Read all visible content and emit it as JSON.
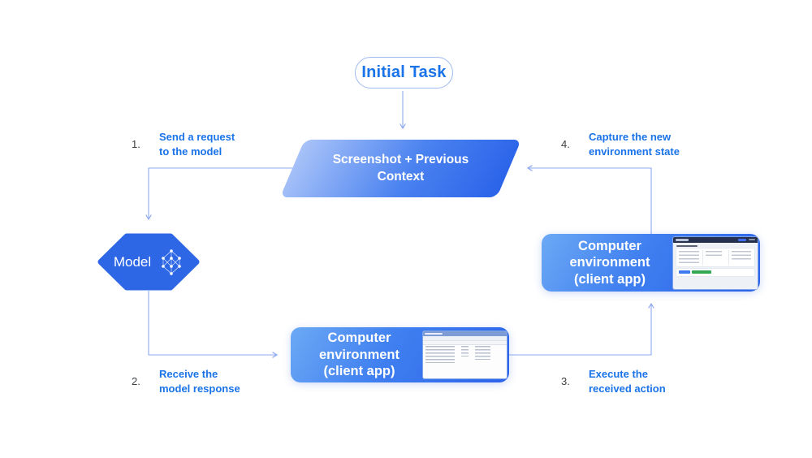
{
  "colors": {
    "accent-blue": "#1a73e8",
    "line-blue": "#8ca8ef",
    "shape-light": "#a9c3f8",
    "shape-dark": "#2b63ea",
    "box-light": "#6ca9f5",
    "hex-blue": "#2d67e6",
    "number-gray": "#3c4043"
  },
  "nodes": {
    "initial_task": {
      "label": "Initial Task"
    },
    "screenshot_context": {
      "label": "Screenshot + Previous\nContext"
    },
    "model": {
      "label": "Model",
      "icon": "neural-network-icon"
    },
    "env_bottom": {
      "label": "Computer environment\n(client app)",
      "icon": "file-manager-thumbnail"
    },
    "env_right": {
      "label": "Computer environment\n(client app)",
      "icon": "web-app-thumbnail"
    }
  },
  "steps": [
    {
      "number": "1.",
      "label": "Send a request\nto the model"
    },
    {
      "number": "2.",
      "label": "Receive the\nmodel response"
    },
    {
      "number": "3.",
      "label": "Execute the\nreceived action"
    },
    {
      "number": "4.",
      "label": "Capture the new\nenvironment state"
    }
  ]
}
